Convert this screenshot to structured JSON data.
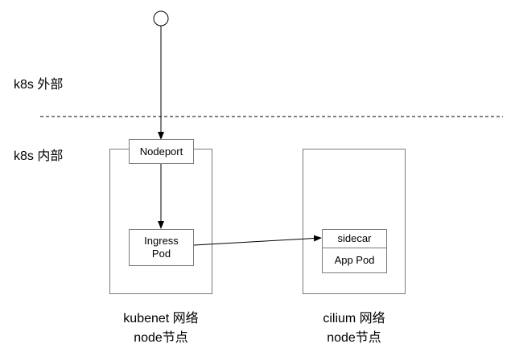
{
  "zones": {
    "outside_label": "k8s 外部",
    "inside_label": "k8s 内部"
  },
  "kubenet_node": {
    "nodeport_label": "Nodeport",
    "ingress_line1": "Ingress",
    "ingress_line2": "Pod",
    "caption_line1": "kubenet 网络",
    "caption_line2": "node节点"
  },
  "cilium_node": {
    "sidecar_label": "sidecar",
    "app_pod_label": "App Pod",
    "caption_line1": "cilium 网络",
    "caption_line2": "node节点"
  },
  "colors": {
    "line": "#000000",
    "box_border": "#7a7a7a",
    "background": "#ffffff"
  }
}
